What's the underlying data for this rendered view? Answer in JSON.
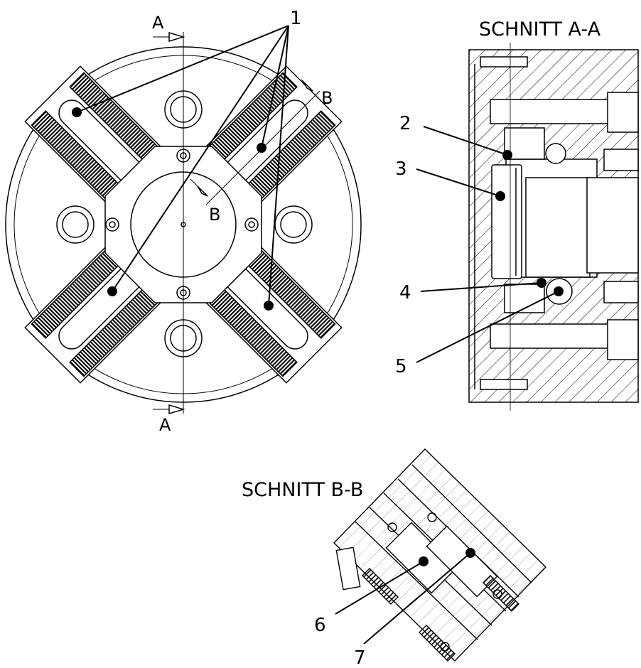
{
  "front_view": {
    "section_mark_a_top": "A",
    "section_mark_a_bottom": "A",
    "section_mark_b_top": "B",
    "section_mark_b_center": "B"
  },
  "section_aa": {
    "title": "SCHNITT A-A"
  },
  "section_bb": {
    "title": "SCHNITT B-B"
  },
  "callouts": [
    "1",
    "2",
    "3",
    "4",
    "5",
    "6",
    "7"
  ]
}
